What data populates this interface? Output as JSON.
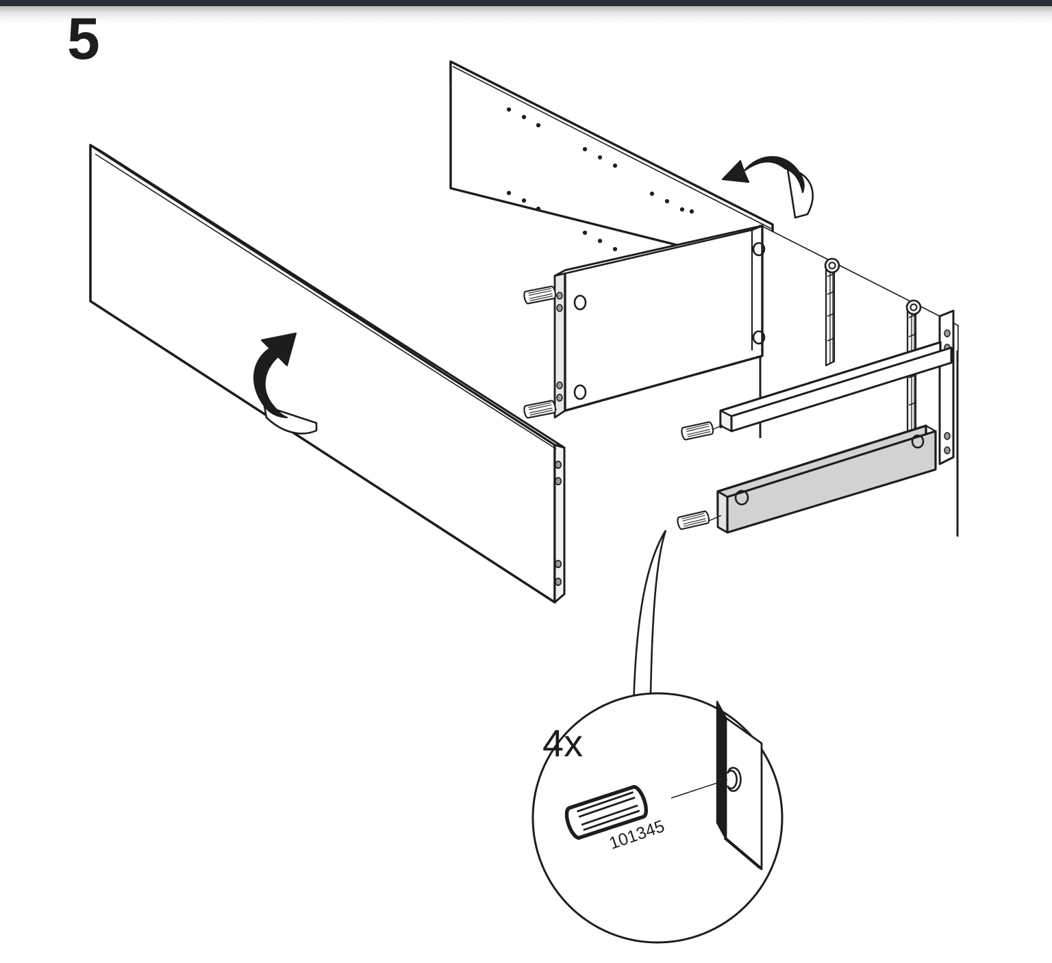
{
  "page": {
    "step_number": "5",
    "background_color": "#ffffff",
    "top_bar_color": "#2b3036",
    "line_color": "#1d1d1d",
    "shaded_part_color": "#d2d2d2"
  },
  "callout": {
    "quantity_label": "4x",
    "part_number": "101345",
    "part_icon": "wooden-dowel-icon",
    "description_icon": "magnifier-circle-icon"
  },
  "parts": [
    {
      "name": "back-panel",
      "icon": "flat-panel-icon"
    },
    {
      "name": "front-side-rail",
      "icon": "flat-panel-icon"
    },
    {
      "name": "headboard-panel",
      "icon": "flat-panel-icon"
    },
    {
      "name": "far-side-rail",
      "icon": "flat-panel-icon"
    },
    {
      "name": "cross-slat",
      "icon": "slat-icon"
    },
    {
      "name": "bottom-front-rail",
      "icon": "shaded-rail-icon"
    },
    {
      "name": "drawer-runner-left",
      "icon": "drawer-runner-icon"
    },
    {
      "name": "drawer-runner-right",
      "icon": "drawer-runner-icon"
    }
  ],
  "dowels": [
    {
      "name": "dowel-headboard-top"
    },
    {
      "name": "dowel-headboard-bottom"
    },
    {
      "name": "dowel-cross-slat"
    },
    {
      "name": "dowel-bottom-rail"
    }
  ],
  "arrows": [
    {
      "name": "rotate-front-rail-arrow",
      "direction": "up-right"
    },
    {
      "name": "rotate-back-panel-arrow",
      "direction": "down-left"
    }
  ]
}
